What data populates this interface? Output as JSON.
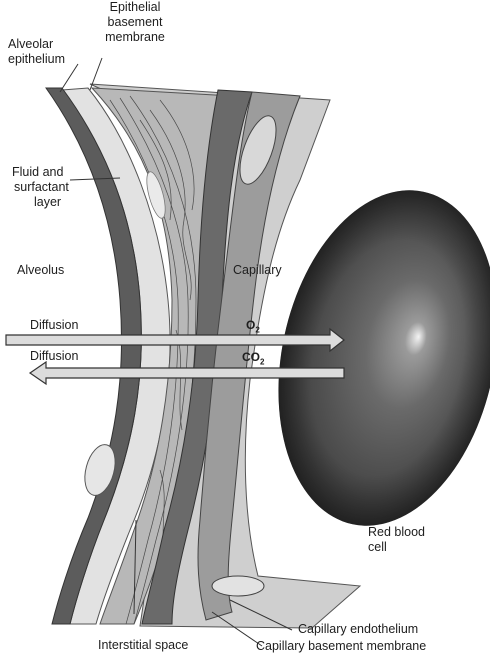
{
  "labels": {
    "alveolar_epithelium": [
      "Alveolar",
      "epithelium"
    ],
    "epithelial_basement_membrane": [
      "Epithelial",
      "basement",
      "membrane"
    ],
    "fluid_layer": [
      "Fluid and",
      "surfactant",
      "layer"
    ],
    "alveolus": "Alveolus",
    "capillary": "Capillary",
    "diffusion_o2": "Diffusion",
    "diffusion_co2": "Diffusion",
    "o2": {
      "base": "O",
      "sub": "2"
    },
    "co2": {
      "base": "CO",
      "sub": "2"
    },
    "red_blood_cell": [
      "Red blood",
      "cell"
    ],
    "capillary_endothelium": "Capillary endothelium",
    "capillary_basement_membrane": "Capillary basement membrane",
    "interstitial_space": "Interstitial space"
  },
  "colors": {
    "epithelium": "#5c5c5c",
    "membrane_light": "#d0d0d0",
    "membrane_medium": "#a9a9a9",
    "cell": "#2f2f2f",
    "arrow_fill": "#dcdcdc",
    "line": "#333333"
  }
}
